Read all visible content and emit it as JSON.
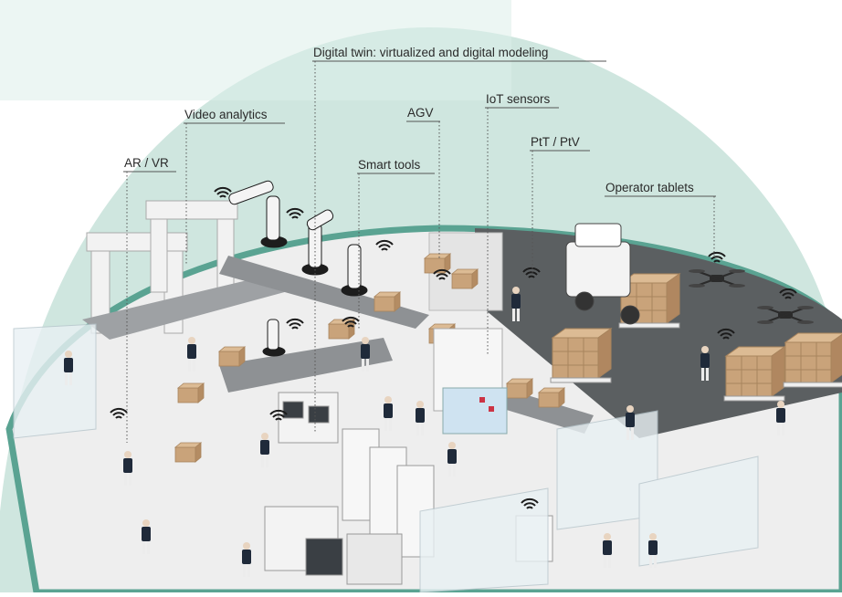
{
  "labels": {
    "digital_twin": "Digital twin: virtualized and digital modeling",
    "video_analytics": "Video analytics",
    "agv": "AGV",
    "iot_sensors": "IoT sensors",
    "ar_vr": "AR / VR",
    "smart_tools": "Smart tools",
    "ptt_ptv": "PtT / PtV",
    "operator_tablets": "Operator tablets"
  },
  "colors": {
    "dome": "#cfe6df",
    "dome_rim": "#5aa392",
    "floor": "#eeeeee",
    "dark_floor": "#5b5f61",
    "conveyor": "#8e9194",
    "box": "#c9a37a",
    "leader_line": "#555555"
  },
  "icons": [
    "wifi-icon",
    "robot-arm-icon",
    "drone-icon",
    "forklift-icon",
    "worker-icon"
  ]
}
